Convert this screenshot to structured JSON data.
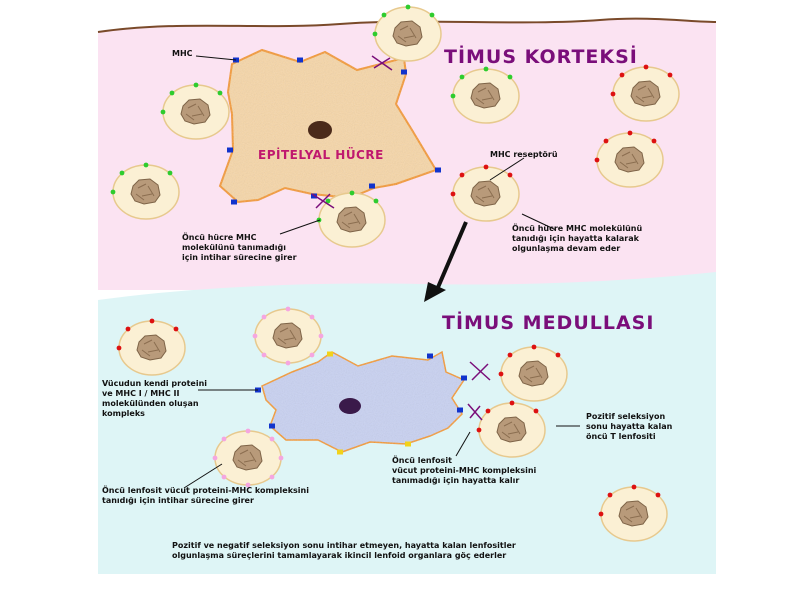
{
  "cortex": {
    "title": "TİMUS KORTEKSİ",
    "epithelial_label": "EPİTELYAL HÜCRE",
    "mhc_label": "MHC",
    "receptor_label": "MHC reseptörü",
    "death_note": [
      "Öncü hücre MHC",
      "molekülünü tanımadığı",
      "için intihar sürecine girer"
    ],
    "survive_note": [
      "Öncü hücre MHC molekülünü",
      "tanıdığı için hayatta kalarak",
      "olgunlaşma devam eder"
    ]
  },
  "medulla": {
    "title": "TİMUS MEDULLASI",
    "complex_note": [
      "Vücudun kendi proteini",
      "ve MHC I / MHC II",
      "molekülünden oluşan",
      "kompleks"
    ],
    "positive_note": [
      "Pozitif seleksiyon",
      "sonu hayatta kalan",
      "öncü T lenfositi"
    ],
    "survive_note": [
      "Öncü lenfosit",
      "vücut proteini-MHC kompleksini",
      "tanımadığı için hayatta kalır"
    ],
    "death_note": [
      "Öncü lenfosit vücut proteini-MHC kompleksini",
      "tanıdığı için intihar sürecine girer"
    ]
  },
  "footer_note": [
    "Pozitif ve negatif seleksiyon sonu intihar etmeyen, hayatta kalan lenfositler",
    "olgunlaşma süreçlerini tamamlayarak ikincil lenfoid organlara göç ederler"
  ],
  "colors": {
    "cortex_bg": "#fbe3f2",
    "medulla_bg": "#def5f6",
    "epithelial_fill": "#f7d7a8",
    "epithelial_border": "#f59a1e",
    "dendritic_fill": "#c9d2f2",
    "cell_fill": "#fbf0d4",
    "nucleus": "#b89a7a",
    "title": "#7a0e7a",
    "receptor_green": "#2ecc2e",
    "receptor_red": "#dd1111",
    "mhc_blue": "#1133cc",
    "mhc_yellow": "#f2d21a",
    "pink_marker": "#f5a6e0",
    "cross": "#7a0e7a"
  },
  "icons": [
    "thymocyte-cell-icon",
    "epithelial-cell-icon",
    "dendritic-cell-icon",
    "down-arrow-icon",
    "cross-mark-icon"
  ]
}
